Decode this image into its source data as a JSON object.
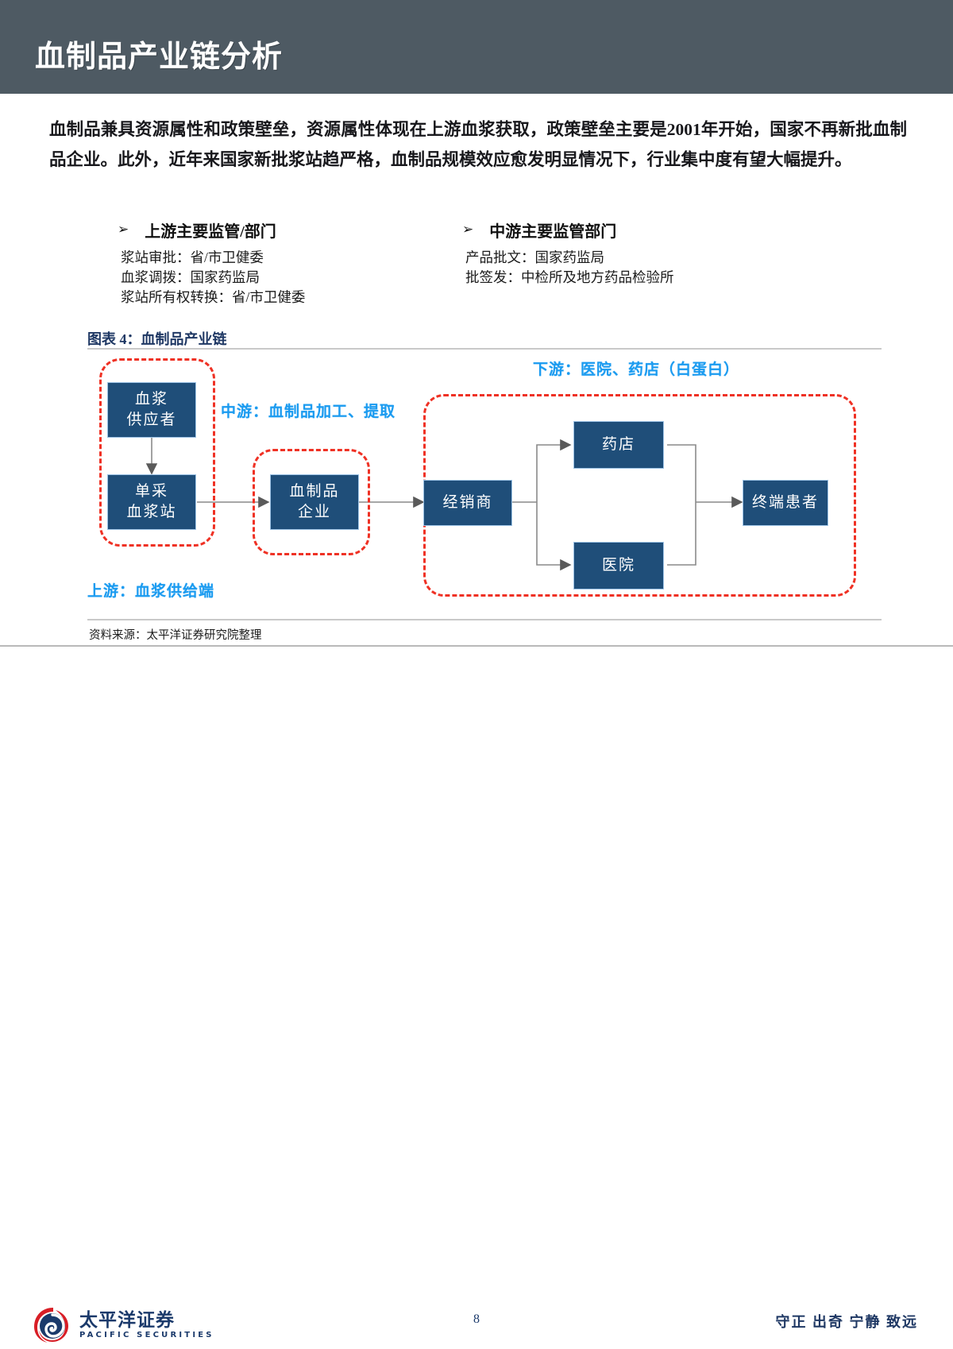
{
  "header": {
    "title": "血制品产业链分析",
    "bar_color": "#4e5a63"
  },
  "body": {
    "paragraph": "血制品兼具资源属性和政策壁垒，资源属性体现在上游血浆获取，政策壁垒主要是2001年开始，国家不再新批血制品企业。此外，近年来国家新批浆站趋严格，血制品规模效应愈发明显情况下，行业集中度有望大幅提升。"
  },
  "bullets": {
    "left": {
      "marker": "➢",
      "heading": "上游主要监管/部门",
      "lines": [
        "浆站审批：省/市卫健委",
        "血浆调拨：国家药监局",
        "浆站所有权转换：省/市卫健委"
      ]
    },
    "right": {
      "marker": "➢",
      "heading": "中游主要监管部门",
      "lines": [
        "产品批文：国家药监局",
        "批签发：中检所及地方药品检验所"
      ]
    }
  },
  "figure": {
    "title": "图表 4：血制品产业链",
    "title_color": "#1f3864",
    "source": "资料来源：太平洋证券研究院整理",
    "node_fill": "#1f4e79",
    "dash_color": "#ef3124",
    "zone_label_color": "#1b9bf0",
    "nodes": [
      {
        "id": "plasma-supplier",
        "label": "血浆\n供应者"
      },
      {
        "id": "plasma-station",
        "label": "单采\n血浆站"
      },
      {
        "id": "blood-enterprise",
        "label": "血制品\n企业"
      },
      {
        "id": "distributor",
        "label": "经销商"
      },
      {
        "id": "pharmacy",
        "label": "药店"
      },
      {
        "id": "hospital",
        "label": "医院"
      },
      {
        "id": "end-patient",
        "label": "终端患者"
      }
    ],
    "zones": [
      {
        "id": "upstream",
        "label": "上游：血浆供给端"
      },
      {
        "id": "midstream",
        "label": "中游：血制品加工、提取"
      },
      {
        "id": "downstream",
        "label": "下游：医院、药店（白蛋白）"
      }
    ]
  },
  "footer": {
    "logo_cn": "太平洋证券",
    "logo_en": "PACIFIC SECURITIES",
    "page_number": "8",
    "tagline": "守正 出奇 宁静 致远"
  }
}
